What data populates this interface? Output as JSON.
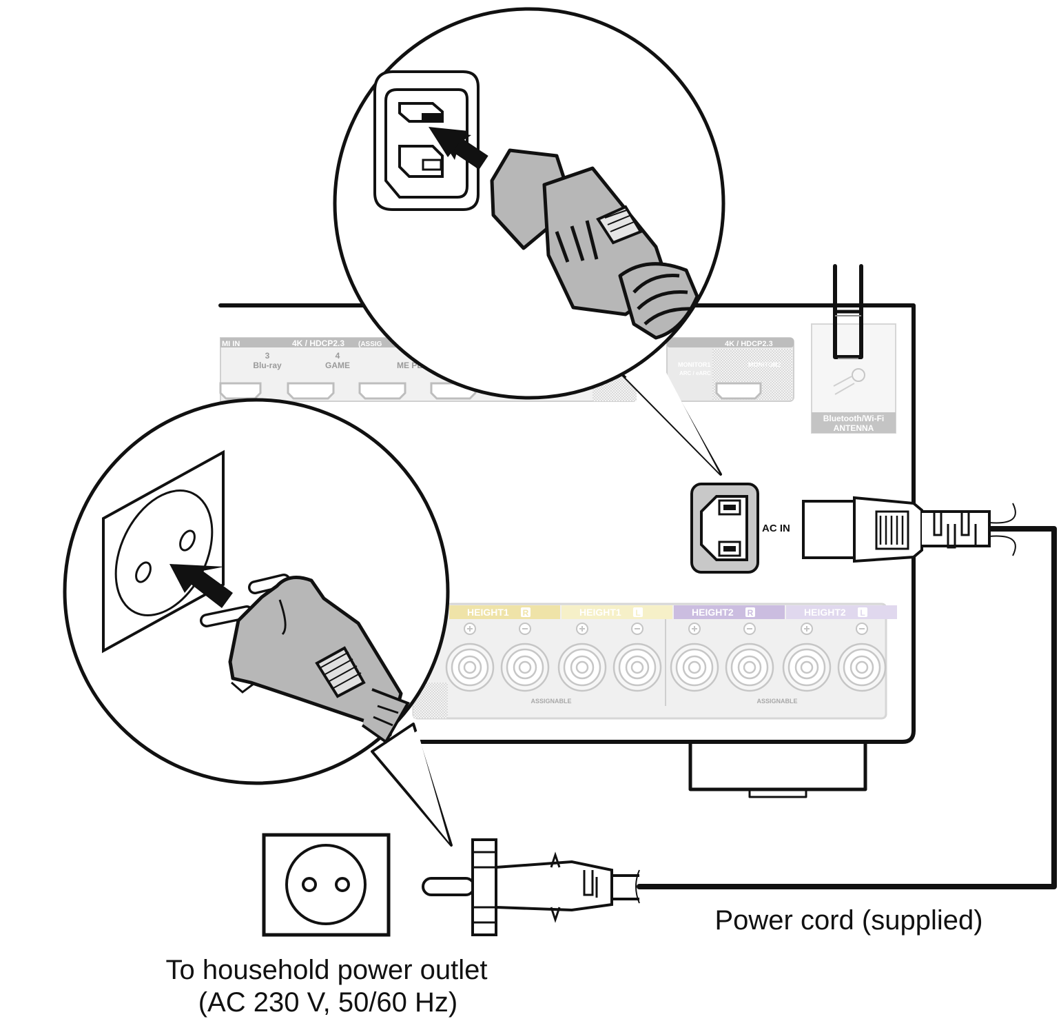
{
  "panel": {
    "hdmi_in_label": "MI  IN",
    "hdcp_label_left": "4K / HDCP2.3",
    "assign_label": "(ASSIG",
    "inputs": [
      {
        "num": "3",
        "name": "Blu-ray"
      },
      {
        "num": "4",
        "name": "GAME"
      },
      {
        "num": "",
        "name": "ME\nPLAYE"
      }
    ],
    "hdcp_label_right": "4K / HDCP2.3",
    "monitor1_label": "MONITOR1",
    "monitor1_sub": "ARC / eARC",
    "monitor2_label": "MONITOR2",
    "antenna_label_1": "Bluetooth/Wi-Fi",
    "antenna_label_2": "ANTENNA",
    "ac_in_label": "AC IN",
    "speaker_groups": [
      {
        "label": "HEIGHT1",
        "side": "R",
        "color": "#efe3a8"
      },
      {
        "label": "HEIGHT1",
        "side": "L",
        "color": "#f6f0c8"
      },
      {
        "label": "HEIGHT2",
        "side": "R",
        "color": "#cbbde0"
      },
      {
        "label": "HEIGHT2",
        "side": "L",
        "color": "#e0d8ee"
      }
    ],
    "assignable_label": "ASSIGNABLE"
  },
  "labels": {
    "power_cord": "Power cord (supplied)",
    "outlet_line1": "To household power outlet",
    "outlet_line2": "(AC 230 V, 50/60 Hz)"
  }
}
